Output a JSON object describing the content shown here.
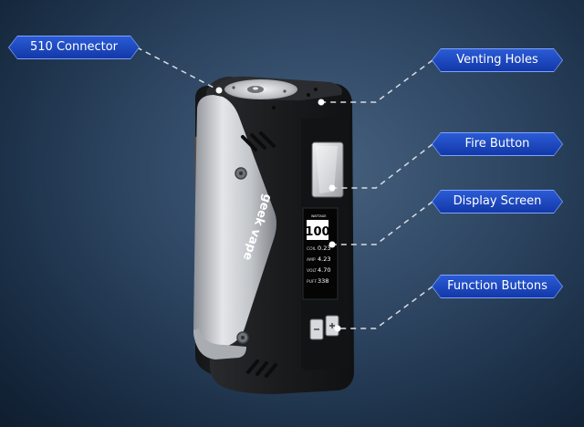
{
  "callouts": {
    "connector": "510 Connector",
    "venting": "Venting Holes",
    "fire": "Fire Button",
    "display": "Display Screen",
    "function": "Function Buttons"
  },
  "device": {
    "brand_text": "geek vape",
    "screen": {
      "top_label": "WATTAGE",
      "wattage": "100",
      "rows": [
        {
          "label": "COIL",
          "value": "0.23"
        },
        {
          "label": "AMP",
          "value": "4.23"
        },
        {
          "label": "VOLT",
          "value": "4.70"
        },
        {
          "label": "PUFF",
          "value": "338"
        }
      ]
    }
  },
  "colors": {
    "label_fill": "#1d46c2",
    "label_border": "#7fa4ff",
    "leader_line": "#d8dde6",
    "device_body": "#1c1d1f",
    "device_grip": "#c9ccd0"
  }
}
